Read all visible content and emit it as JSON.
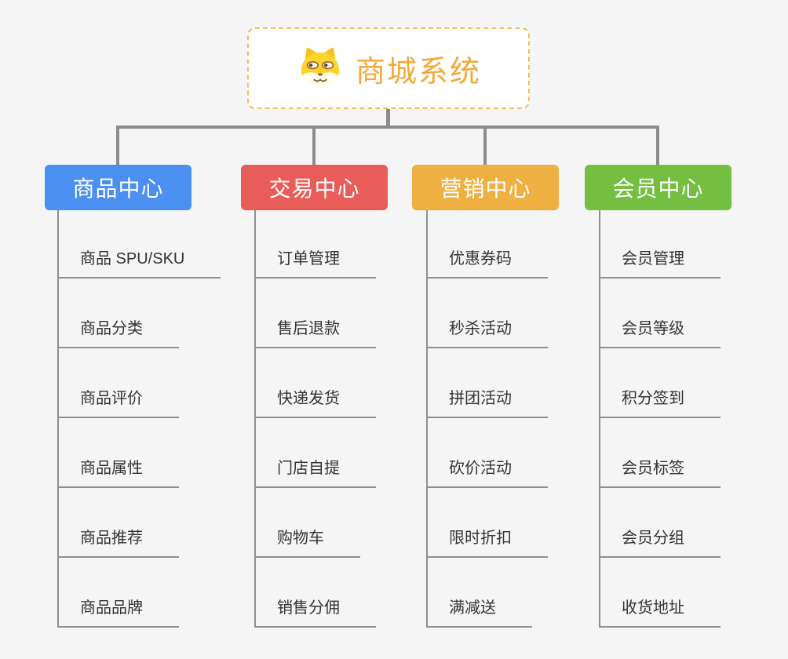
{
  "root": {
    "title": "商城系统",
    "icon": "dog-icon",
    "accent_color": "#f2a93c",
    "border_color": "#f3b95f"
  },
  "connector_color": "#8c8c8c",
  "branches": [
    {
      "label": "商品中心",
      "color": "#4b8ff0",
      "items": [
        "商品 SPU/SKU",
        "商品分类",
        "商品评价",
        "商品属性",
        "商品推荐",
        "商品品牌"
      ]
    },
    {
      "label": "交易中心",
      "color": "#e85c5a",
      "items": [
        "订单管理",
        "售后退款",
        "快递发货",
        "门店自提",
        "购物车",
        "销售分佣"
      ]
    },
    {
      "label": "营销中心",
      "color": "#eeb041",
      "items": [
        "优惠券码",
        "秒杀活动",
        "拼团活动",
        "砍价活动",
        "限时折扣",
        "满减送"
      ]
    },
    {
      "label": "会员中心",
      "color": "#74bf41",
      "items": [
        "会员管理",
        "会员等级",
        "积分签到",
        "会员标签",
        "会员分组",
        "收货地址"
      ]
    }
  ]
}
